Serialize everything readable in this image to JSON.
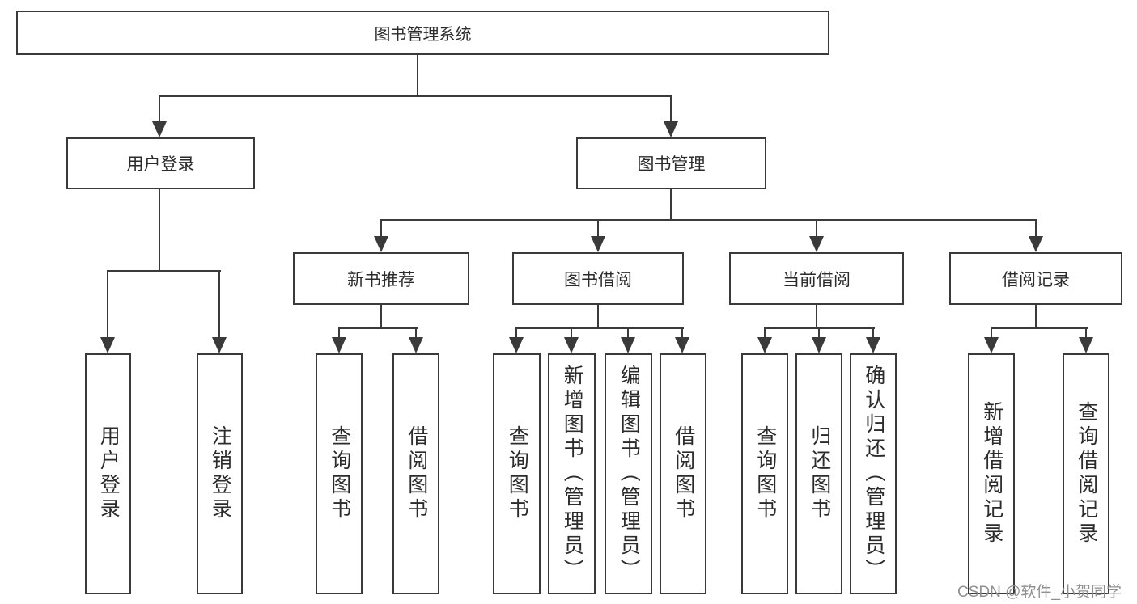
{
  "diagram": {
    "root": {
      "label": "图书管理系统"
    },
    "branches": [
      {
        "label": "用户登录",
        "children": [
          {
            "label": "用户登录"
          },
          {
            "label": "注销登录"
          }
        ]
      },
      {
        "label": "图书管理",
        "children": [
          {
            "label": "新书推荐",
            "children": [
              {
                "label": "查询图书"
              },
              {
                "label": "借阅图书"
              }
            ]
          },
          {
            "label": "图书借阅",
            "children": [
              {
                "label": "查询图书"
              },
              {
                "label": "新增图书（管理员）"
              },
              {
                "label": "编辑图书（管理员）"
              },
              {
                "label": "借阅图书"
              }
            ]
          },
          {
            "label": "当前借阅",
            "children": [
              {
                "label": "查询图书"
              },
              {
                "label": "归还图书"
              },
              {
                "label": "确认归还（管理员）"
              }
            ]
          },
          {
            "label": "借阅记录",
            "children": [
              {
                "label": "新增借阅记录"
              },
              {
                "label": "查询借阅记录"
              }
            ]
          }
        ]
      }
    ]
  },
  "watermark": {
    "text": "CSDN @软件_小贺同学"
  },
  "colors": {
    "line": "#3a3a3a",
    "text": "#2b2b2b",
    "background": "#ffffff",
    "watermark": "#8f8f8f"
  }
}
